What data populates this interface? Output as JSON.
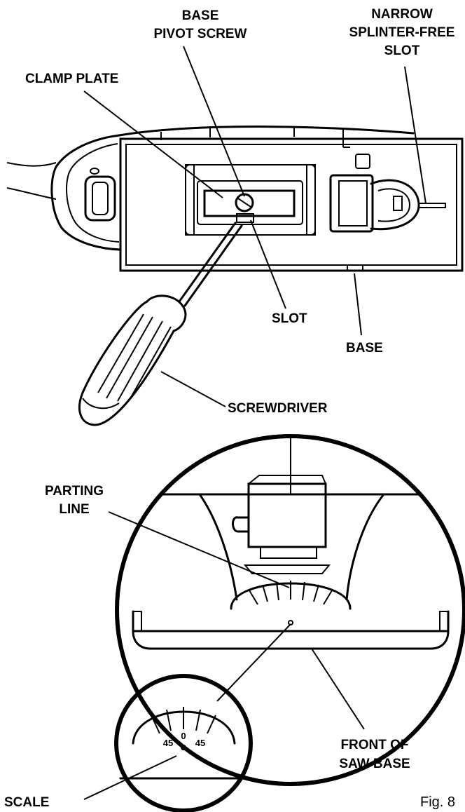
{
  "labels": {
    "base_pivot_screw_line1": "BASE",
    "base_pivot_screw_line2": "PIVOT SCREW",
    "narrow_line1": "NARROW",
    "narrow_line2": "SPLINTER-FREE",
    "narrow_line3": "SLOT",
    "clamp_plate": "CLAMP PLATE",
    "slot": "SLOT",
    "base": "BASE",
    "screwdriver": "SCREWDRIVER",
    "parting_line1": "PARTING",
    "parting_line2": "LINE",
    "front_line1": "FRONT OF",
    "front_line2": "SAW BASE",
    "scale": "SCALE"
  },
  "scale_ticks": {
    "left": "45",
    "center": "0",
    "right": "45"
  },
  "caption": "Fig. 8"
}
